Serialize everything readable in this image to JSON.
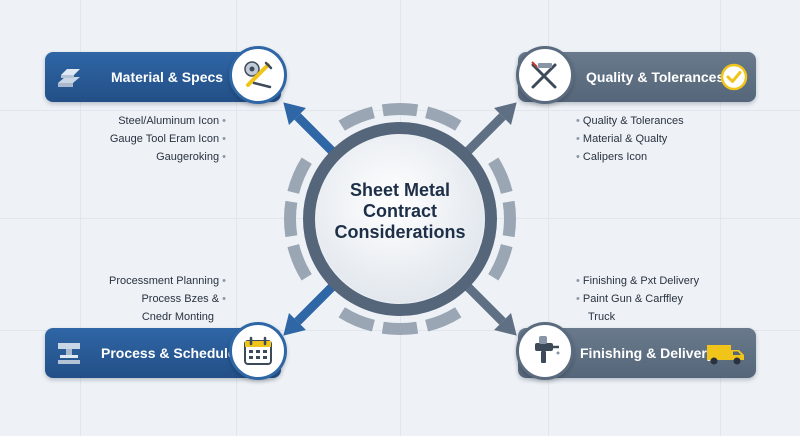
{
  "center": {
    "title_lines": [
      "Sheet Metal",
      "Contract",
      "Considerations"
    ]
  },
  "nodes": {
    "material": {
      "label": "Material & Specs",
      "bullets": [
        "Steel/Aluminum Icon",
        "Gauge Tool Eram Icon",
        "Gaugeroking"
      ],
      "icon": "caliper-wrench-icon",
      "lead_icon": "steel-beam-icon"
    },
    "quality": {
      "label": "Quality & Tolerances",
      "bullets": [
        "Quality & Tolerances",
        "Material & Qualty",
        "Calipers Icon"
      ],
      "icon": "calipers-icon",
      "trail_icon": "checkmark-icon"
    },
    "process": {
      "label": "Process & Schedule",
      "bullets": [
        "Processment Planning",
        "Process Bzes &",
        "Cnedr Monting"
      ],
      "icon": "calendar-icon",
      "lead_icon": "press-machine-icon"
    },
    "finishing": {
      "label": "Finishing & Delivery",
      "bullets": [
        "Finishing & Pxt Delivery",
        "Paint Gun & Carffley",
        "Truck"
      ],
      "icon": "paint-gun-icon",
      "trail_icon": "truck-icon"
    }
  },
  "colors": {
    "blue": "#2f66a6",
    "grey": "#5f7084",
    "ring_light": "#9aa6b4",
    "text_dark": "#1e2f48"
  }
}
